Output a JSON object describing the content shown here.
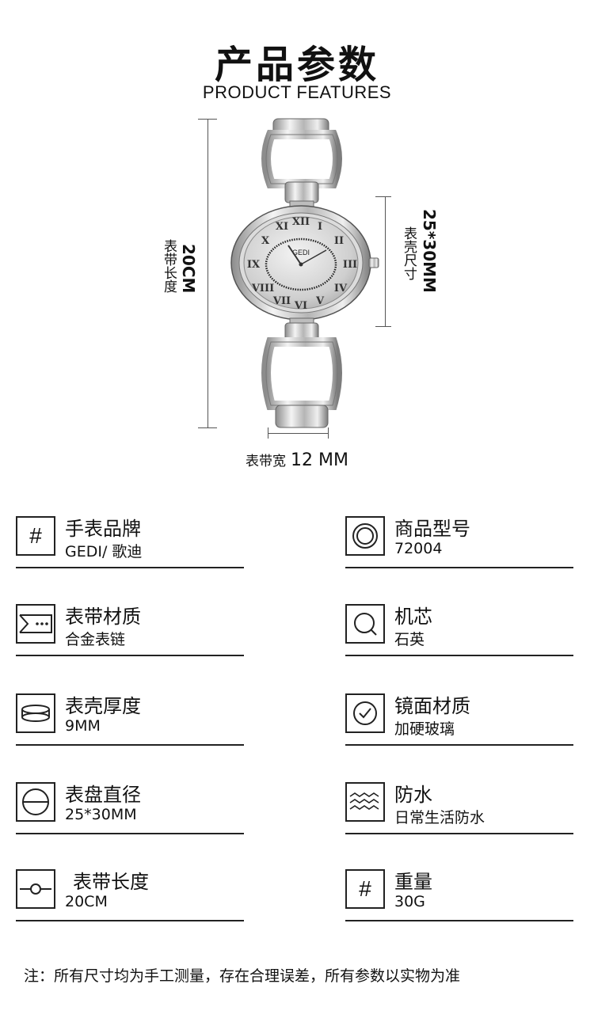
{
  "header": {
    "title_cn": "产品参数",
    "title_en": "PRODUCT FEATURES"
  },
  "dimensions": {
    "strap_length_label": "表带长度",
    "strap_length_value": "20CM",
    "case_size_label": "表壳尺寸",
    "case_size_value": "25*30MM",
    "strap_width_label": "表带宽",
    "strap_width_value": "12 MM"
  },
  "watch": {
    "brand_on_dial": "GEDI"
  },
  "specs": [
    {
      "label": "手表品牌",
      "value": "GEDI/ 歌迪",
      "icon": "hash-icon"
    },
    {
      "label": "商品型号",
      "value": "72004",
      "icon": "rings-icon"
    },
    {
      "label": "表带材质",
      "value": "合金表链",
      "icon": "strap-icon"
    },
    {
      "label": "机芯",
      "value": "石英",
      "icon": "movement-icon"
    },
    {
      "label": "表壳厚度",
      "value": "9MM",
      "icon": "thickness-icon"
    },
    {
      "label": "镜面材质",
      "value": "加硬玻璃",
      "icon": "dial-check-icon"
    },
    {
      "label": "表盘直径",
      "value": "25*30MM",
      "icon": "diameter-icon"
    },
    {
      "label": "防水",
      "value": "日常生活防水",
      "icon": "wave-icon"
    },
    {
      "label": "表带长度",
      "value": "20CM",
      "icon": "length-icon"
    },
    {
      "label": "重量",
      "value": "30G",
      "icon": "hash-icon"
    }
  ],
  "footer": {
    "note": "注：所有尺寸均为手工测量，存在合理误差，所有参数以实物为准"
  }
}
